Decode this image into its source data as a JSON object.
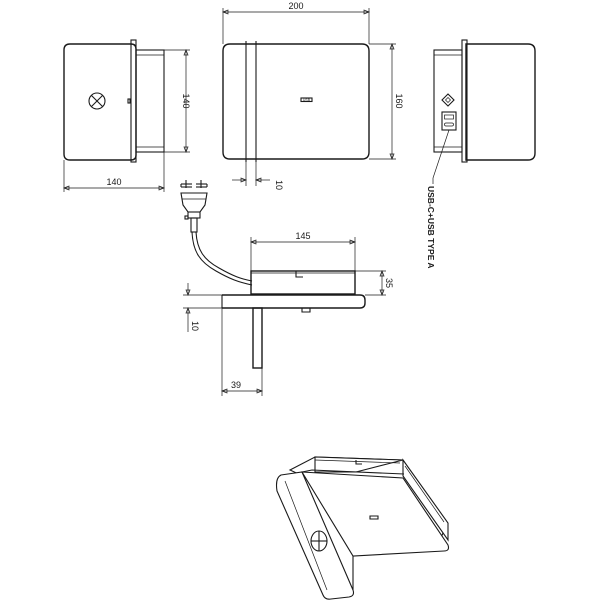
{
  "dimensions": {
    "side_height": "140",
    "side_depth": "140",
    "front_width": "200",
    "front_height": "160",
    "front_offset": "10",
    "bottom_width": "145",
    "bottom_height": "35",
    "bottom_offset": "10",
    "bottom_depth": "39"
  },
  "labels": {
    "port_callout": "USB-C+USB TYPE A",
    "port_text": "USB"
  },
  "icons": {
    "switch": "cross-circle-icon",
    "plug": "plug-icon",
    "wire": "cord-icon"
  }
}
